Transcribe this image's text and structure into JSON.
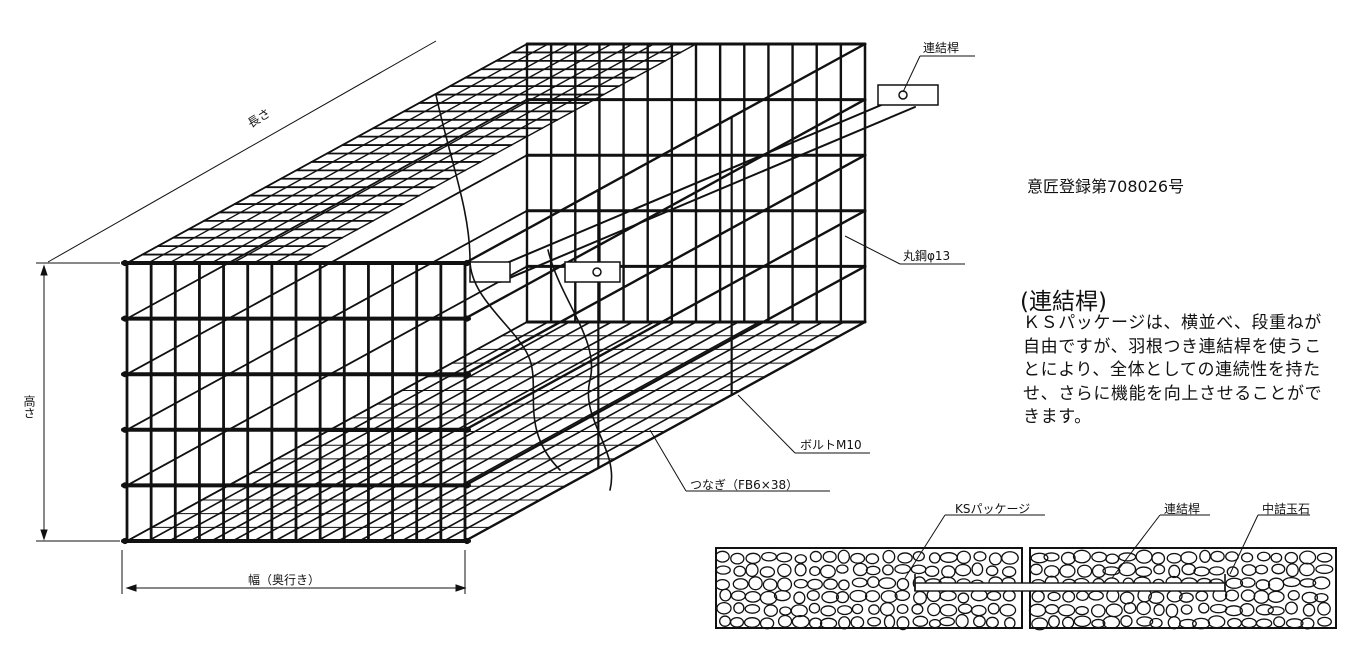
{
  "design_registration": "意匠登録第708026号",
  "section": {
    "title": "(連結桿)",
    "description": "ＫＳパッケージは、横並べ、段重ねが自由ですが、羽根つき連結桿を使うことにより、全体としての連続性を持たせ、さらに機能を向上させることができます。"
  },
  "dimensions": {
    "length": "長さ",
    "height": "高さ",
    "width": "幅（奥行き）"
  },
  "callouts": {
    "connecting_rod_top": "連結桿",
    "round_steel": "丸鋼φ13",
    "bolt": "ボルトM10",
    "tie": "つなぎ（FB6×38）"
  },
  "section_view": {
    "ks_package": "KSパッケージ",
    "connecting_rod": "連結桿",
    "fill_stone": "中詰玉石"
  }
}
